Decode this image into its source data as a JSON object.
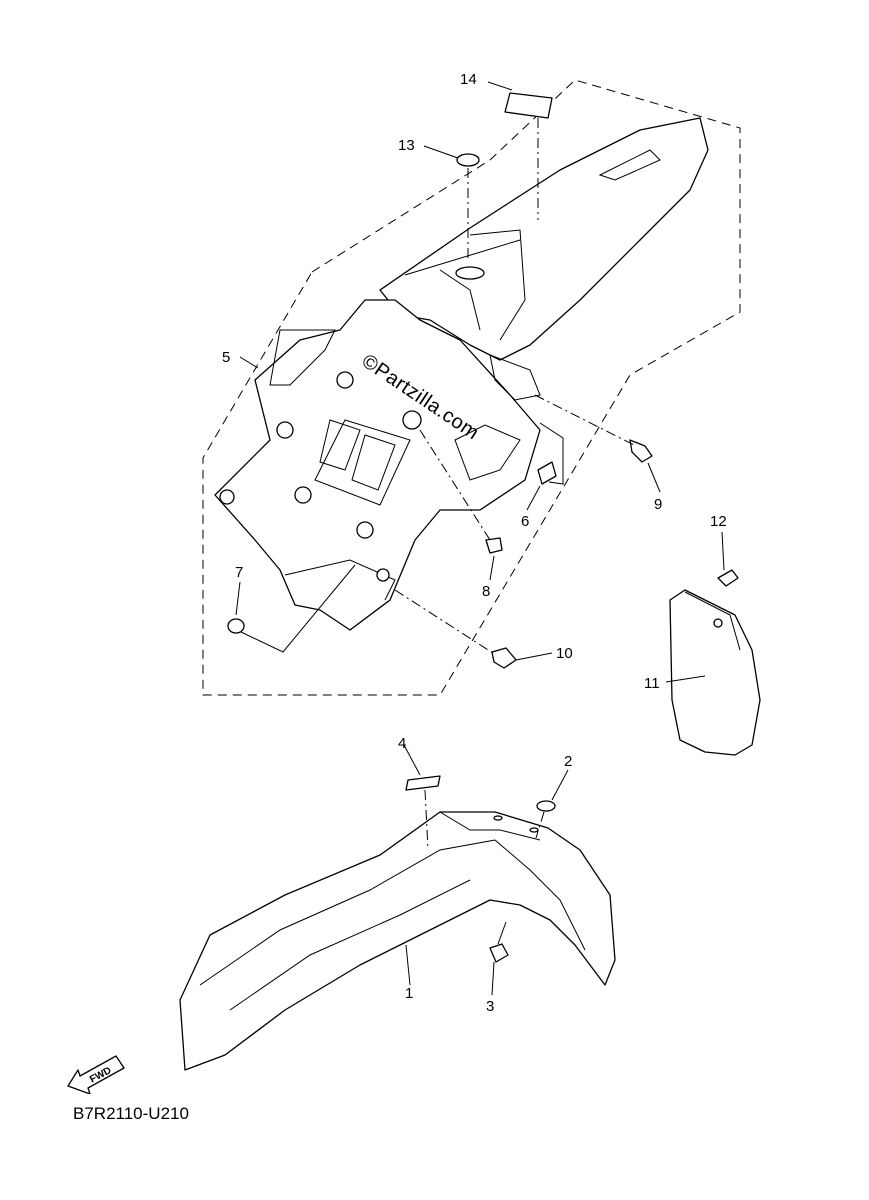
{
  "callouts": [
    {
      "id": "p1",
      "label": "1"
    },
    {
      "id": "p2",
      "label": "2"
    },
    {
      "id": "p3",
      "label": "3"
    },
    {
      "id": "p4",
      "label": "4"
    },
    {
      "id": "p5",
      "label": "5"
    },
    {
      "id": "p6",
      "label": "6"
    },
    {
      "id": "p7",
      "label": "7"
    },
    {
      "id": "p8",
      "label": "8"
    },
    {
      "id": "p9",
      "label": "9"
    },
    {
      "id": "p10",
      "label": "10"
    },
    {
      "id": "p11",
      "label": "11"
    },
    {
      "id": "p12",
      "label": "12"
    },
    {
      "id": "p13",
      "label": "13"
    },
    {
      "id": "p14",
      "label": "14"
    }
  ],
  "watermark": "©Partzilla.com",
  "direction_label": "FWD",
  "diagram_code": "B7R2110-U210"
}
